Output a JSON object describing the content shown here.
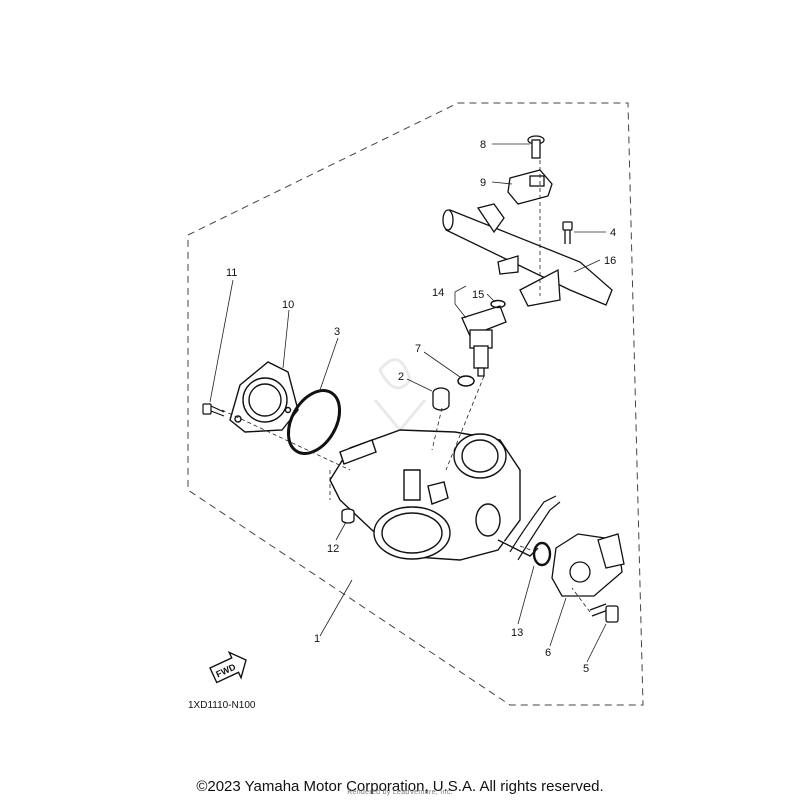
{
  "diagram": {
    "callouts": [
      "1",
      "2",
      "3",
      "4",
      "5",
      "6",
      "7",
      "8",
      "9",
      "10",
      "11",
      "12",
      "13",
      "14",
      "15",
      "16"
    ],
    "fwd_label": "FWD",
    "figure_code": "1XD1110-N100"
  },
  "footer": {
    "copyright": "©2023 Yamaha Motor Corporation, U.S.A. All rights reserved.",
    "rendered_by": "Rendered by LeadVenture, Inc."
  }
}
